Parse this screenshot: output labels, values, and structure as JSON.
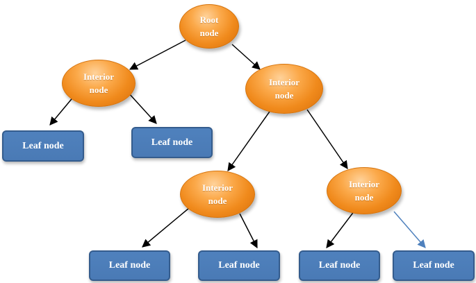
{
  "diagram": {
    "root": {
      "label": "Root\nnode"
    },
    "interior_nodes": [
      {
        "label": "Interior\nnode"
      },
      {
        "label": "Interior\nnode"
      },
      {
        "label": "Interior\nnode"
      },
      {
        "label": "Interior\nnode"
      }
    ],
    "leaf_nodes": [
      {
        "label": "Leaf node"
      },
      {
        "label": "Leaf node"
      },
      {
        "label": "Leaf node"
      },
      {
        "label": "Leaf node"
      },
      {
        "label": "Leaf node"
      },
      {
        "label": "Leaf node"
      }
    ],
    "colors": {
      "node_fill": "#f7941d",
      "leaf_fill": "#4f81bd",
      "leaf_border": "#345c8d",
      "edge": "#000000",
      "highlight_edge": "#4f81bd"
    }
  }
}
